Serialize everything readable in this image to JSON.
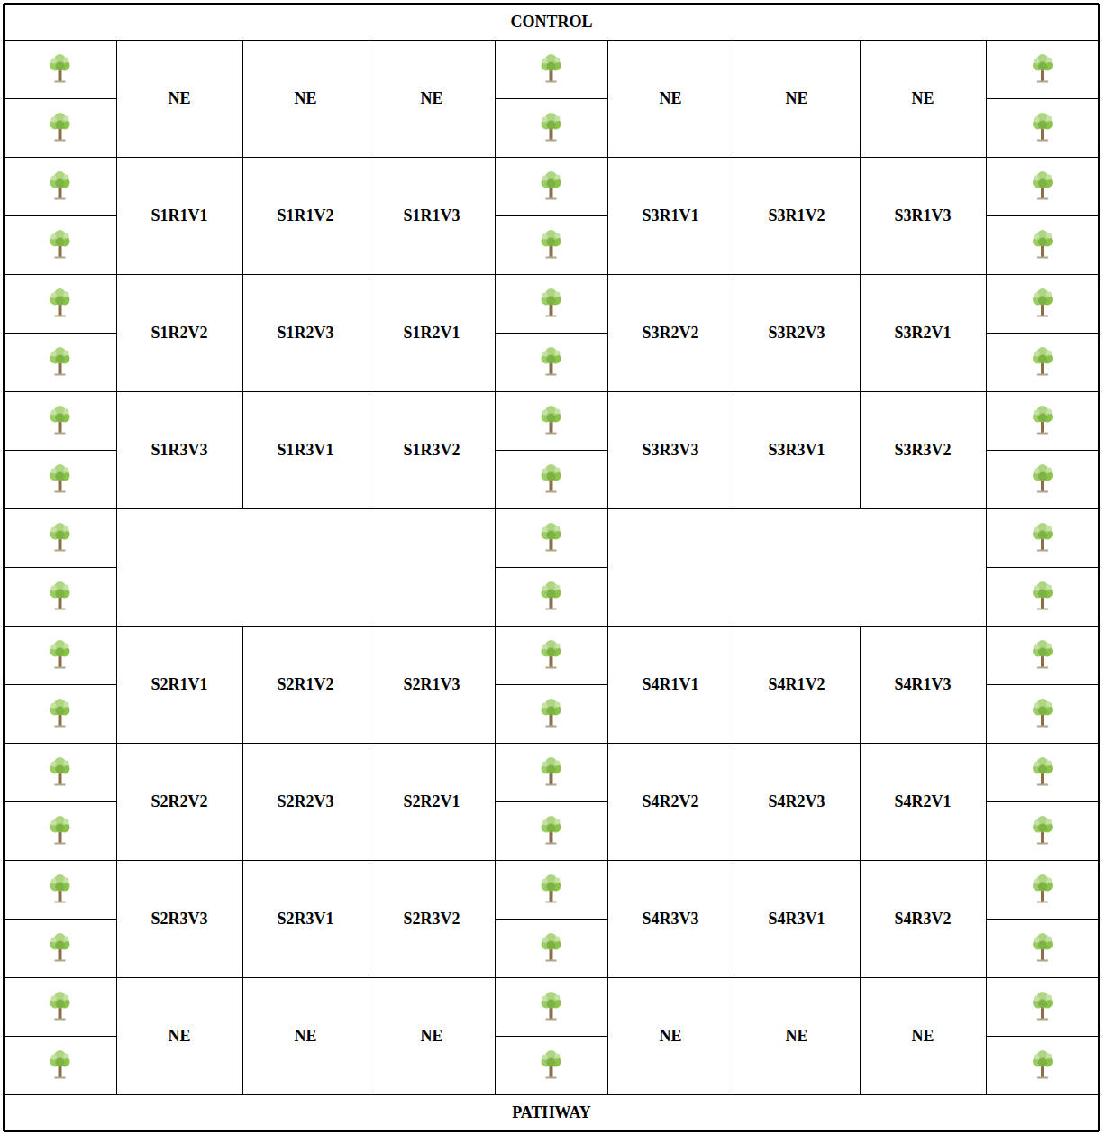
{
  "diagram": {
    "nodes": [
      {
        "text": [
          "CONTROL"
        ]
      },
      {
        "text": [
          "NE"
        ]
      },
      {
        "text": [
          "NE"
        ]
      },
      {
        "text": [
          "NE"
        ]
      },
      {
        "text": [
          "NE"
        ]
      },
      {
        "text": [
          "NE"
        ]
      },
      {
        "text": [
          "NE"
        ]
      },
      {
        "text": [
          "S1R1V1"
        ]
      },
      {
        "text": [
          "S1R1V2"
        ]
      },
      {
        "text": [
          "S1R1V3"
        ]
      },
      {
        "text": [
          "S3R1V1"
        ]
      },
      {
        "text": [
          "S3R1V2"
        ]
      },
      {
        "text": [
          "S3R1V3"
        ]
      },
      {
        "text": [
          "S1R2V2"
        ]
      },
      {
        "text": [
          "S1R2V3"
        ]
      },
      {
        "text": [
          "S1R2V1"
        ]
      },
      {
        "text": [
          "S3R2V2"
        ]
      },
      {
        "text": [
          "S3R2V3"
        ]
      },
      {
        "text": [
          "S3R2V1"
        ]
      },
      {
        "text": [
          "S1R3V3"
        ]
      },
      {
        "text": [
          "S1R3V1"
        ]
      },
      {
        "text": [
          "S1R3V2"
        ]
      },
      {
        "text": [
          "S3R3V3"
        ]
      },
      {
        "text": [
          "S3R3V1"
        ]
      },
      {
        "text": [
          "S3R3V2"
        ]
      },
      {
        "text": [
          "S2R1V1"
        ]
      },
      {
        "text": [
          "S2R1V2"
        ]
      },
      {
        "text": [
          "S2R1V3"
        ]
      },
      {
        "text": [
          "S4R1V1"
        ]
      },
      {
        "text": [
          "S4R1V2"
        ]
      },
      {
        "text": [
          "S4R1V3"
        ]
      },
      {
        "text": [
          "S2R2V2"
        ]
      },
      {
        "text": [
          "S2R2V3"
        ]
      },
      {
        "text": [
          "S2R2V1"
        ]
      },
      {
        "text": [
          "S4R2V2"
        ]
      },
      {
        "text": [
          "S4R2V3"
        ]
      },
      {
        "text": [
          "S4R2V1"
        ]
      },
      {
        "text": [
          "S2R3V3"
        ]
      },
      {
        "text": [
          "S2R3V1"
        ]
      },
      {
        "text": [
          "S2R3V2"
        ]
      },
      {
        "text": [
          "S4R3V3"
        ]
      },
      {
        "text": [
          "S4R3V1"
        ]
      },
      {
        "text": [
          "S4R3V2"
        ]
      },
      {
        "text": [
          "NE"
        ]
      },
      {
        "text": [
          "NE"
        ]
      },
      {
        "text": [
          "NE"
        ]
      },
      {
        "text": [
          "NE"
        ]
      },
      {
        "text": [
          "NE"
        ]
      },
      {
        "text": [
          "NE"
        ]
      },
      {
        "text": [
          "PATHWAY"
        ]
      }
    ]
  }
}
